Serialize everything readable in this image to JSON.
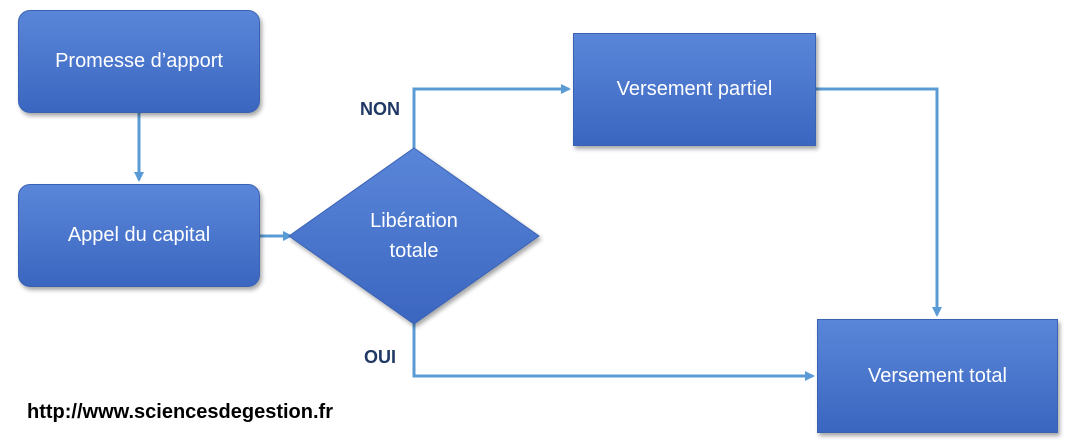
{
  "nodes": {
    "promesse": "Promesse d’apport",
    "appel": "Appel du capital",
    "decision": [
      "Libération",
      "totale"
    ],
    "partiel": "Versement partiel",
    "total": "Versement total"
  },
  "edge_labels": {
    "non": "NON",
    "oui": "OUI"
  },
  "colors": {
    "box_fill_top": "#5a86d9",
    "box_fill_bottom": "#3b66c0",
    "arrow": "#5b9bd5",
    "label": "#1f3864"
  },
  "footer": "http://www.sciencesdegestion.fr"
}
